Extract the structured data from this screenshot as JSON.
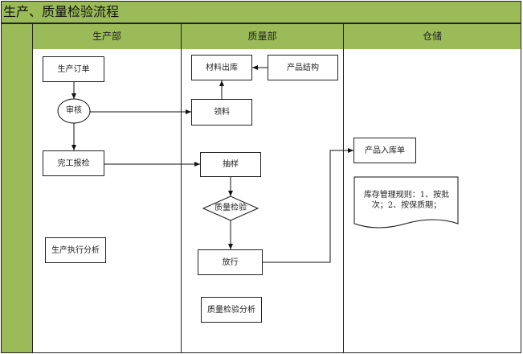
{
  "title": "生产、质量检验流程",
  "lanes": [
    "生产部",
    "质量部",
    "仓储"
  ],
  "nodes": {
    "production_order": "生产订单",
    "review": "审核",
    "completion_inspection": "完工报检",
    "production_analysis": "生产执行分析",
    "material_issue": "材料出库",
    "product_structure": "产品结构",
    "material_pick": "领料",
    "sampling": "抽样",
    "quality_inspection": "质量检验",
    "release": "放行",
    "quality_analysis": "质量检验分析",
    "warehouse_receipt": "产品入库单",
    "inventory_rules": "库存管理规则：1、按批次；2、按保质期；"
  }
}
